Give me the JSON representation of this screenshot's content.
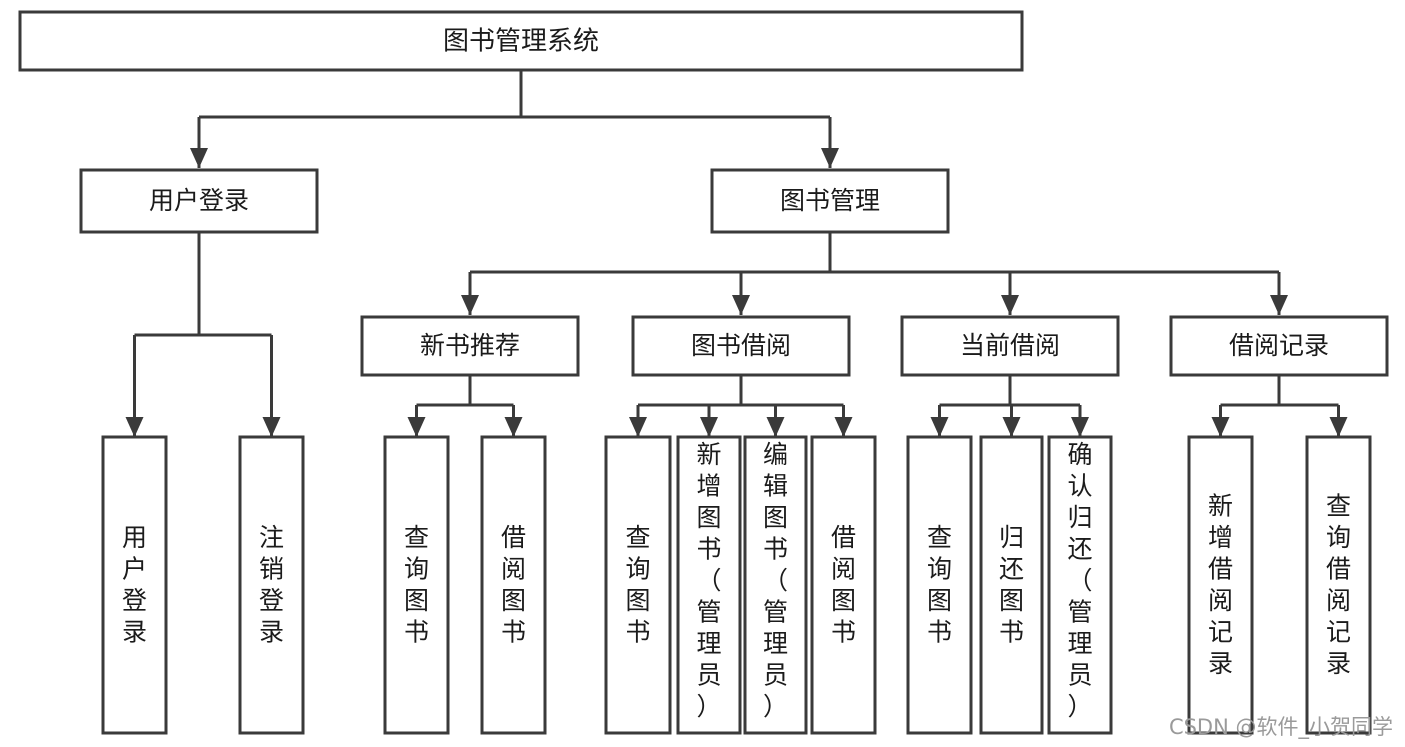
{
  "diagram": {
    "type": "tree-hierarchy-chart",
    "title_node": "图书管理系统",
    "colors": {
      "stroke": "#3a3a3a",
      "fill": "#ffffff",
      "text": "#1b1b1b",
      "watermark": "#9a9a9a",
      "background": "#ffffff"
    },
    "nodes": {
      "root": {
        "label": "图书管理系统",
        "orientation": "horizontal"
      },
      "level2": [
        {
          "id": "user-login",
          "label": "用户登录",
          "orientation": "horizontal"
        },
        {
          "id": "book-manage",
          "label": "图书管理",
          "orientation": "horizontal"
        }
      ],
      "level3": [
        {
          "id": "new-book-recommend",
          "label": "新书推荐",
          "orientation": "horizontal"
        },
        {
          "id": "book-borrow",
          "label": "图书借阅",
          "orientation": "horizontal"
        },
        {
          "id": "current-borrow",
          "label": "当前借阅",
          "orientation": "horizontal"
        },
        {
          "id": "borrow-record",
          "label": "借阅记录",
          "orientation": "horizontal"
        }
      ],
      "leaves": {
        "user-login": [
          {
            "id": "leaf-user-login",
            "label": "用户登录",
            "orientation": "vertical",
            "align": "middle"
          },
          {
            "id": "leaf-logout-login",
            "label": "注销登录",
            "orientation": "vertical",
            "align": "middle"
          }
        ],
        "new-book-recommend": [
          {
            "id": "leaf-query-book-1",
            "label": "查询图书",
            "orientation": "vertical",
            "align": "middle"
          },
          {
            "id": "leaf-borrow-book-1",
            "label": "借阅图书",
            "orientation": "vertical",
            "align": "middle"
          }
        ],
        "book-borrow": [
          {
            "id": "leaf-query-book-2",
            "label": "查询图书",
            "orientation": "vertical",
            "align": "middle"
          },
          {
            "id": "leaf-add-book-admin",
            "label": "新增图书（管理员）",
            "orientation": "vertical",
            "align": "top"
          },
          {
            "id": "leaf-edit-book-admin",
            "label": "编辑图书（管理员）",
            "orientation": "vertical",
            "align": "top"
          },
          {
            "id": "leaf-borrow-book-2",
            "label": "借阅图书",
            "orientation": "vertical",
            "align": "middle"
          }
        ],
        "current-borrow": [
          {
            "id": "leaf-query-book-3",
            "label": "查询图书",
            "orientation": "vertical",
            "align": "middle"
          },
          {
            "id": "leaf-return-book",
            "label": "归还图书",
            "orientation": "vertical",
            "align": "middle"
          },
          {
            "id": "leaf-confirm-return-admin",
            "label": "确认归还（管理员）",
            "orientation": "vertical",
            "align": "top"
          }
        ],
        "borrow-record": [
          {
            "id": "leaf-add-borrow-record",
            "label": "新增借阅记录",
            "orientation": "vertical",
            "align": "middle"
          },
          {
            "id": "leaf-query-borrow-record",
            "label": "查询借阅记录",
            "orientation": "vertical",
            "align": "middle"
          }
        ]
      }
    },
    "edges": [
      {
        "from": "图书管理系统",
        "to": "用户登录"
      },
      {
        "from": "图书管理系统",
        "to": "图书管理"
      },
      {
        "from": "用户登录",
        "to": "用户登录"
      },
      {
        "from": "用户登录",
        "to": "注销登录"
      },
      {
        "from": "图书管理",
        "to": "新书推荐"
      },
      {
        "from": "图书管理",
        "to": "图书借阅"
      },
      {
        "from": "图书管理",
        "to": "当前借阅"
      },
      {
        "from": "图书管理",
        "to": "借阅记录"
      },
      {
        "from": "新书推荐",
        "to": "查询图书"
      },
      {
        "from": "新书推荐",
        "to": "借阅图书"
      },
      {
        "from": "图书借阅",
        "to": "查询图书"
      },
      {
        "from": "图书借阅",
        "to": "新增图书（管理员）"
      },
      {
        "from": "图书借阅",
        "to": "编辑图书（管理员）"
      },
      {
        "from": "图书借阅",
        "to": "借阅图书"
      },
      {
        "from": "当前借阅",
        "to": "查询图书"
      },
      {
        "from": "当前借阅",
        "to": "归还图书"
      },
      {
        "from": "当前借阅",
        "to": "确认归还（管理员）"
      },
      {
        "from": "借阅记录",
        "to": "新增借阅记录"
      },
      {
        "from": "借阅记录",
        "to": "查询借阅记录"
      }
    ]
  },
  "watermark": {
    "text": "CSDN @软件_小贺同学"
  }
}
